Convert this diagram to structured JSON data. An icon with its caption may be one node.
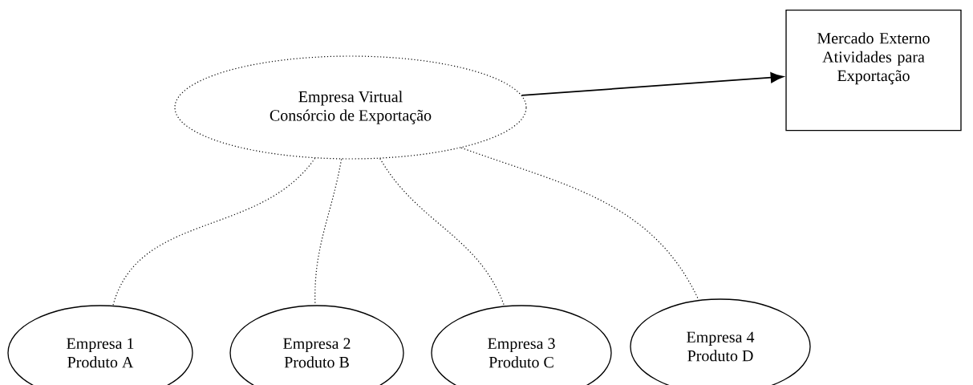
{
  "diagram": {
    "nodes": [
      {
        "text": [
          "Empresa Virtual",
          "Consórcio de Exportação"
        ]
      },
      {
        "text": [
          "Mercado Externo Atividades para Exportação"
        ]
      },
      {
        "text": [
          "Empresa 1",
          "Produto A"
        ]
      },
      {
        "text": [
          "Empresa 2",
          "Produto B"
        ]
      },
      {
        "text": [
          "Empresa 3",
          "Produto C"
        ]
      },
      {
        "text": [
          "Empresa 4",
          "Produto D"
        ]
      }
    ],
    "edges": [
      {
        "from": 0,
        "to": 1,
        "arrow": "to"
      },
      {
        "from": 0,
        "to": 2,
        "arrow": "none",
        "style": "dashed"
      },
      {
        "from": 0,
        "to": 3,
        "arrow": "none",
        "style": "dashed"
      },
      {
        "from": 0,
        "to": 4,
        "arrow": "none",
        "style": "dashed"
      },
      {
        "from": 0,
        "to": 5,
        "arrow": "none",
        "style": "dashed"
      }
    ]
  }
}
